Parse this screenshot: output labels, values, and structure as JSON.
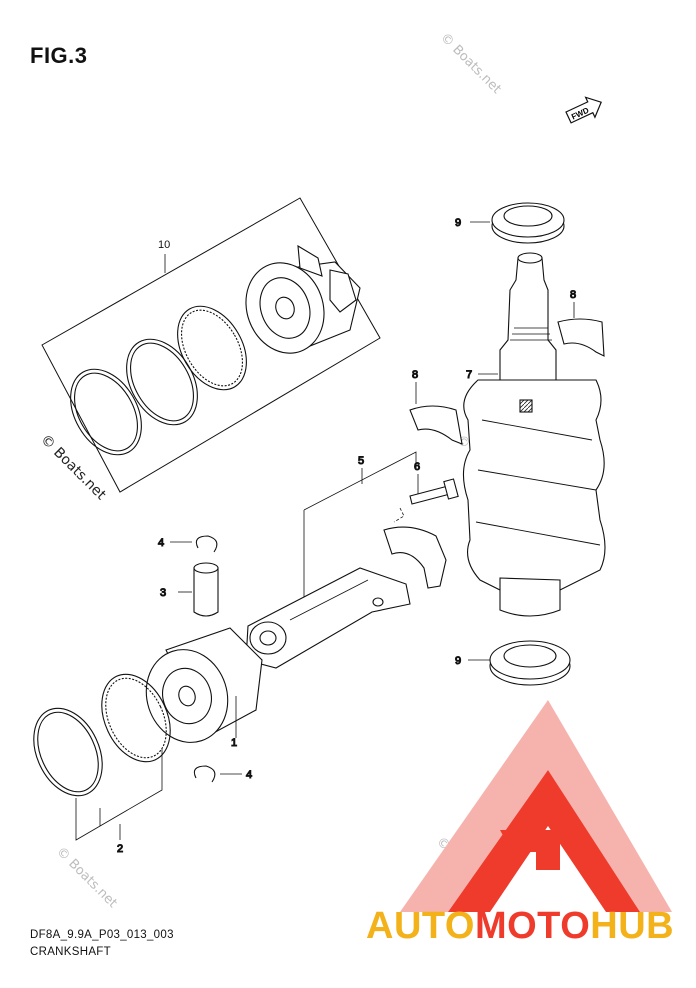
{
  "figure": {
    "title": "FIG.3",
    "fwd_label": "FWD",
    "code": "DF8A_9.9A_P03_013_003",
    "caption": "CRANKSHAFT"
  },
  "callouts": {
    "c1": "1",
    "c2": "2",
    "c3": "3",
    "c4a": "4",
    "c4b": "4",
    "c5": "5",
    "c6": "6",
    "c7": "7",
    "c8a": "8",
    "c8b": "8",
    "c9a": "9",
    "c9b": "9",
    "c10": "10"
  },
  "watermark": {
    "text": "© Boats.net"
  },
  "logo": {
    "part1": "AUTO",
    "part2": "MOTO",
    "part3": "HUB",
    "colors": {
      "red": "#ef3b2c",
      "yellow": "#f3b11a",
      "pink": "#f6b3ad"
    }
  }
}
